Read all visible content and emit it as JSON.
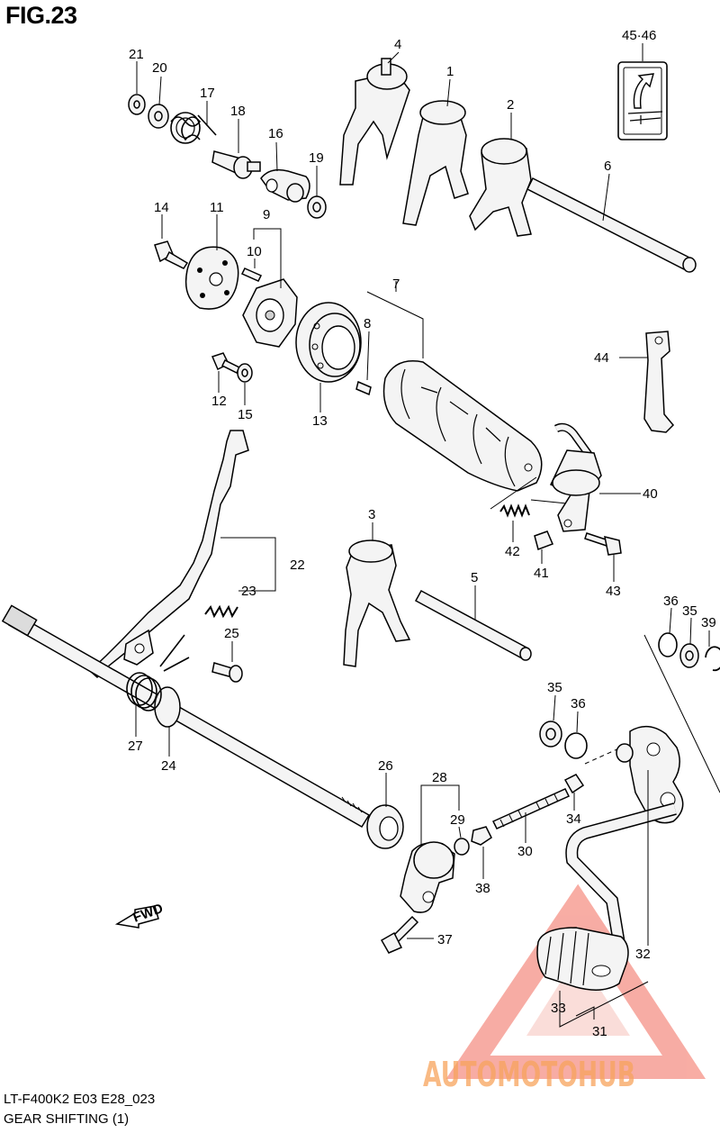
{
  "figure": {
    "title": "FIG.23",
    "model_code": "LT-F400K2 E03 E28_023",
    "caption": "GEAR SHIFTING (1)"
  },
  "callouts": {
    "c1": "1",
    "c2": "2",
    "c3": "3",
    "c4": "4",
    "c5": "5",
    "c6": "6",
    "c7": "7",
    "c8": "8",
    "c9": "9",
    "c10": "10",
    "c11": "11",
    "c12": "12",
    "c13": "13",
    "c14": "14",
    "c15": "15",
    "c16": "16",
    "c17": "17",
    "c18": "18",
    "c19": "19",
    "c20": "20",
    "c21": "21",
    "c22": "22",
    "c23": "23",
    "c24": "24",
    "c25": "25",
    "c26": "26",
    "c27": "27",
    "c28": "28",
    "c29": "29",
    "c30": "30",
    "c31": "31",
    "c32": "32",
    "c33": "33",
    "c34": "34",
    "c35a": "35",
    "c35b": "35",
    "c36a": "36",
    "c36b": "36",
    "c37": "37",
    "c38": "38",
    "c39": "39",
    "c40": "40",
    "c41": "41",
    "c42": "42",
    "c43": "43",
    "c44": "44",
    "c4546": "45·46"
  },
  "fwd_arrow": {
    "label": "FWD"
  },
  "watermark": {
    "brand": "AUTOMOTOHUB",
    "color_accent": "#f26a5a",
    "color_orange": "#f7a35c",
    "color_gray": "#8a8a8a"
  }
}
